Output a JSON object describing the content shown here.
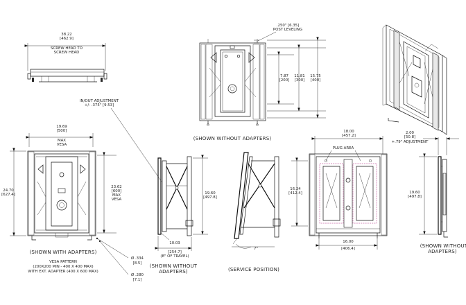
{
  "top_left_view": {
    "dim_line1": "38.22",
    "dim_line2": "[462.9]",
    "dim_line3": "SCREW HEAD TO",
    "dim_line4": "SCREW HEAD"
  },
  "top_center_view": {
    "post_leveling_1": ".250\" [6.35]",
    "post_leveling_2": "POST LEVELING",
    "dim_a_1": "7.87",
    "dim_a_2": "[200]",
    "dim_b_1": "11.81",
    "dim_b_2": "[300]",
    "dim_c_1": "15.75",
    "dim_c_2": "[400]",
    "caption": "(SHOWN WITHOUT ADAPTERS)"
  },
  "in_out_adjustment": {
    "line1": "IN/OUT ADJUSTMENT",
    "line2": "+/- .375\" [9.53]"
  },
  "front_with_adapters": {
    "width_1": "19.69",
    "width_2": "[500]",
    "width_3": "MAX",
    "width_4": "VESA",
    "height_1": "24.70",
    "height_2": "[627.4]",
    "vesa_h_1": "23.62",
    "vesa_h_2": "[600]",
    "vesa_h_3": "MAX",
    "vesa_h_4": "VESA",
    "caption": "(SHOWN WITH ADAPTERS)",
    "vesa_1": "VESA PATTERN",
    "vesa_2": "(200X200 MIN - 400 X 400 MAX)",
    "vesa_3": "WITH EXT. ADAPTER (400 X 600 MAX)",
    "screw_a_1": "Ø .334",
    "screw_a_2": "[8.5]",
    "screw_b_1": "Ø .280",
    "screw_b_2": "[7.1]"
  },
  "side_view": {
    "height_1": "19.60",
    "height_2": "[497.8]",
    "travel_1": "10.03",
    "travel_2": "[254.7]",
    "travel_3": "(8\" OF TRAVEL)",
    "caption_1": "(SHOWN WITHOUT",
    "caption_2": "ADAPTERS)"
  },
  "service_view": {
    "angle": "7°",
    "caption": "(SERVICE POSITION)"
  },
  "rear_view": {
    "width_1": "18.00",
    "width_2": "[457.2]",
    "plug_area": "PLUG AREA",
    "height_1": "16.24",
    "height_2": "[412.4]",
    "bottom_1": "16.00",
    "bottom_2": "[406.4]"
  },
  "right_side_view": {
    "adj_1": "2.00",
    "adj_2": "[50.8]",
    "adj_3": "+.79\" ADJUSTMENT",
    "height_1": "19.60",
    "height_2": "[497.8]",
    "caption_1": "(SHOWN WITHOUT",
    "caption_2": "ADAPTERS)"
  }
}
